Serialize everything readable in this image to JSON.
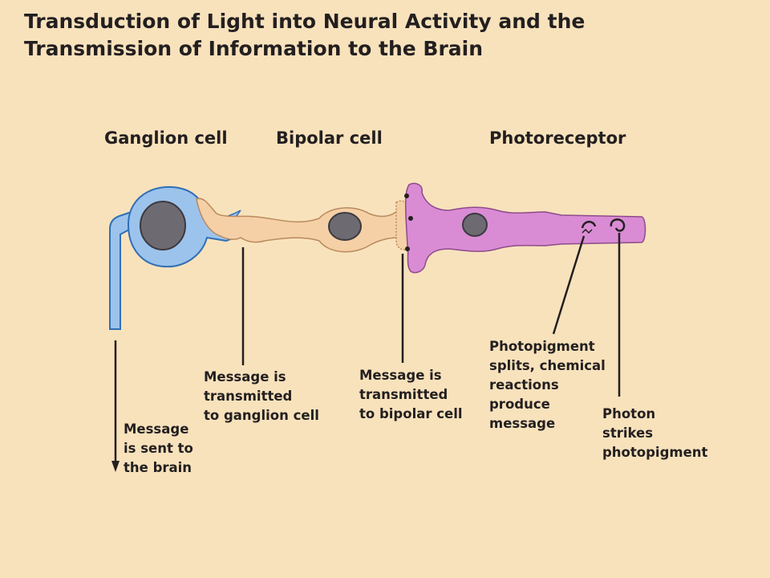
{
  "title": {
    "line1": "Transduction of Light into Neural Activity and the",
    "line2": "Transmission of Information to the Brain"
  },
  "cell_labels": {
    "ganglion": "Ganglion cell",
    "bipolar": "Bipolar cell",
    "photoreceptor": "Photoreceptor"
  },
  "annotations": {
    "brain": [
      "Message",
      "is sent to",
      "the brain"
    ],
    "to_ganglion": [
      "Message is",
      "transmitted",
      "to ganglion cell"
    ],
    "to_bipolar": [
      "Message is",
      "transmitted",
      "to bipolar cell"
    ],
    "photopigment_splits": [
      "Photopigment",
      "splits, chemical",
      "reactions",
      "produce",
      "message"
    ],
    "photon": [
      "Photon",
      "strikes",
      "photopigment"
    ]
  },
  "colors": {
    "background": "#f8e2bc",
    "ganglion_cell": "#9cc3ec",
    "bipolar_cell": "#f5d0a6",
    "photoreceptor": "#d98cd4",
    "nucleus": "#6e6a72",
    "text": "#231f20"
  }
}
